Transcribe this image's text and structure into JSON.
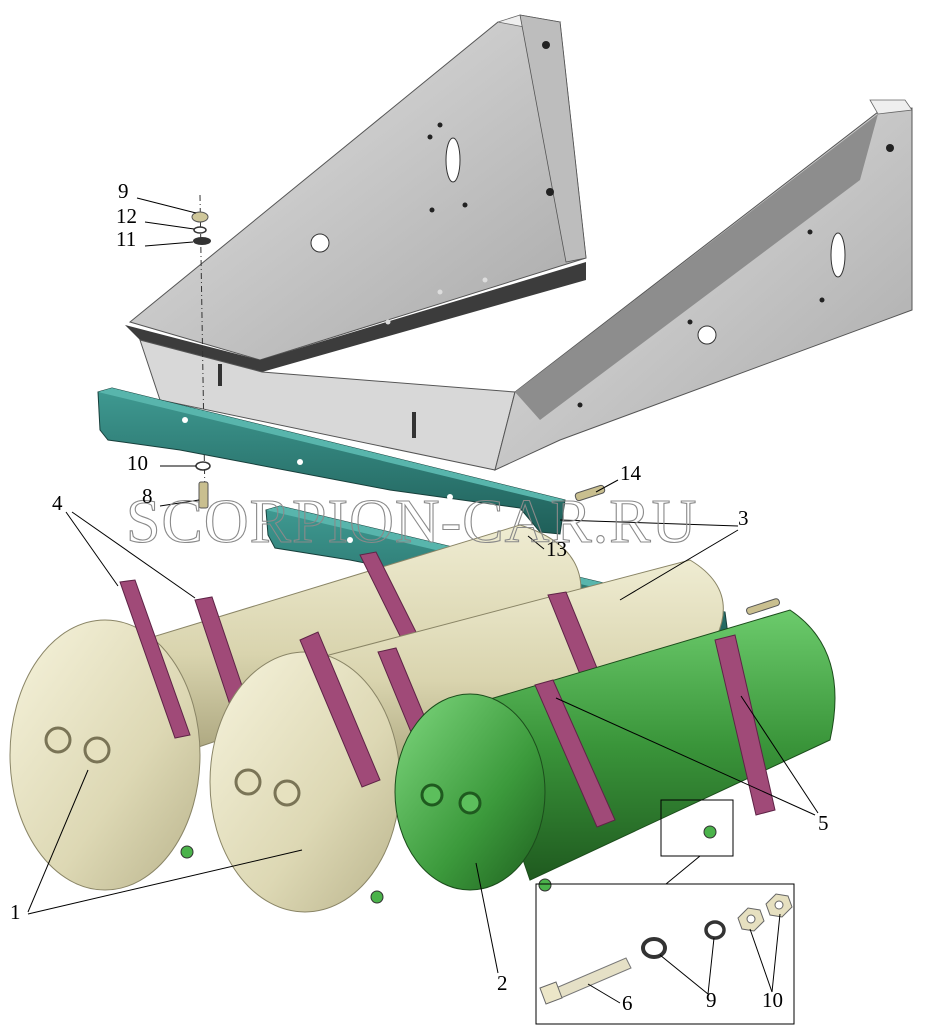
{
  "watermark": "SCORPION-CAR.RU",
  "callouts": {
    "c1": "1",
    "c2": "2",
    "c3": "3",
    "c4": "4",
    "c5": "5",
    "c6": "6",
    "c8": "8",
    "c9_top": "9",
    "c9_detail": "9",
    "c10_top": "10",
    "c10_detail": "10",
    "c11": "11",
    "c12": "12",
    "c13": "13",
    "c14": "14"
  },
  "colors": {
    "bracket_fill": "#c9c9c9",
    "bracket_dark": "#4a4a4a",
    "crossbar": "#2e7f78",
    "tank_cream": "#e8e4c4",
    "tank_green": "#3fa03f",
    "strap": "#a04a78"
  }
}
